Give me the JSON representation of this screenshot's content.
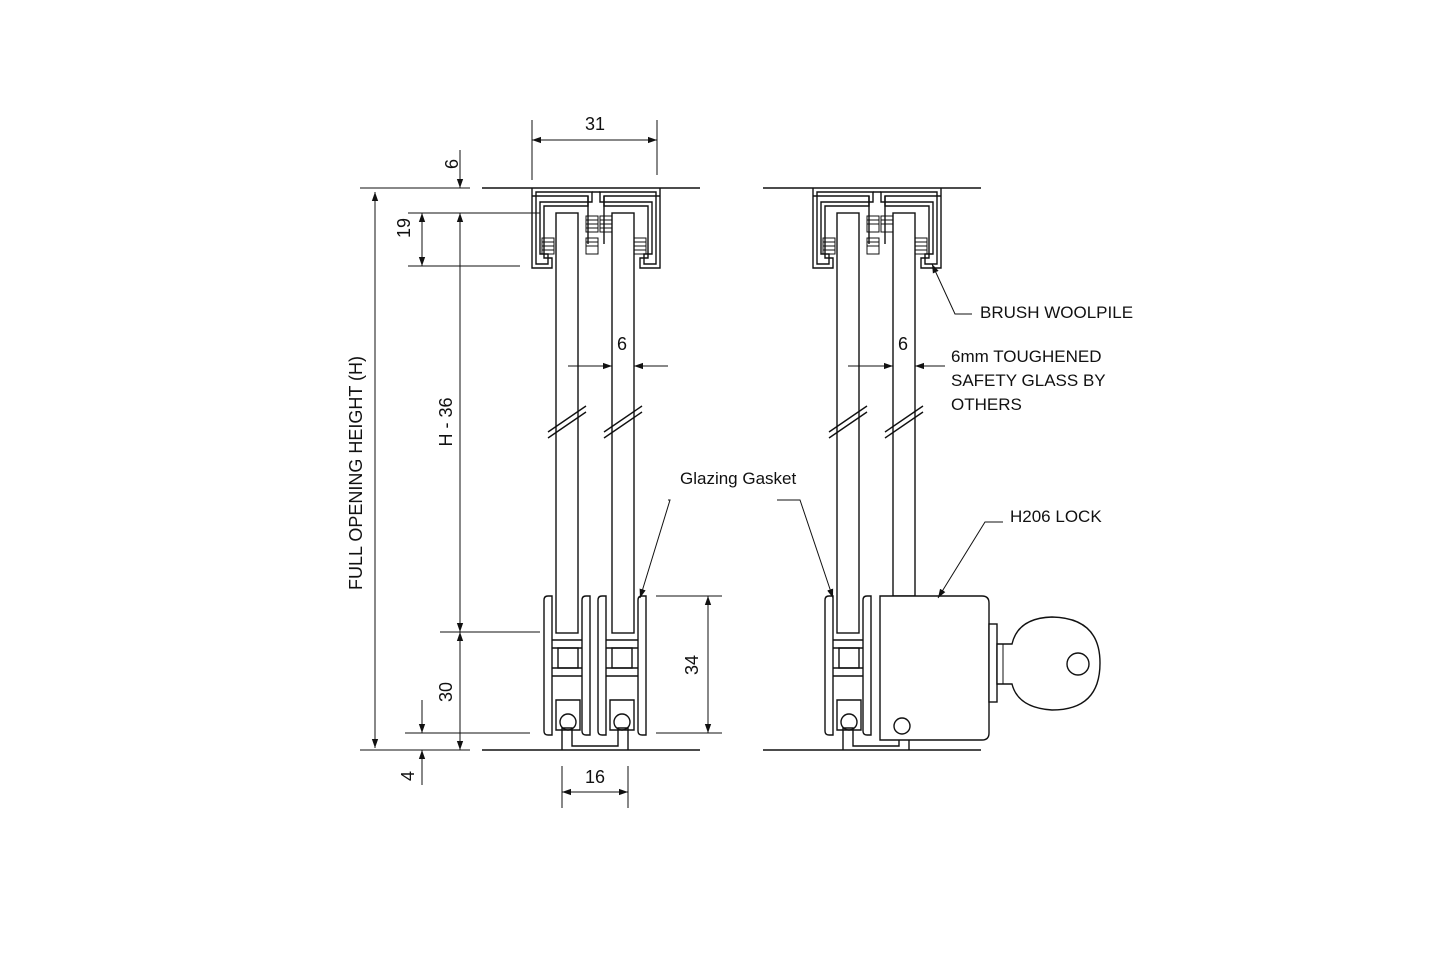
{
  "dimensions": {
    "top_width": "31",
    "top_gap": "6",
    "head_depth": "19",
    "glass_height": "H - 36",
    "full_height": "FULL OPENING HEIGHT (H)",
    "bottom_depth": "30",
    "bottom_gap": "4",
    "glass_thickness_left": "6",
    "glass_thickness_right": "6",
    "shoe_height": "34",
    "bottom_width": "16"
  },
  "labels": {
    "brush": "BRUSH WOOLPILE",
    "glass_line1": "6mm TOUGHENED",
    "glass_line2": "SAFETY GLASS BY",
    "glass_line3": "OTHERS",
    "gasket": "Glazing Gasket",
    "lock": "H206 LOCK"
  }
}
